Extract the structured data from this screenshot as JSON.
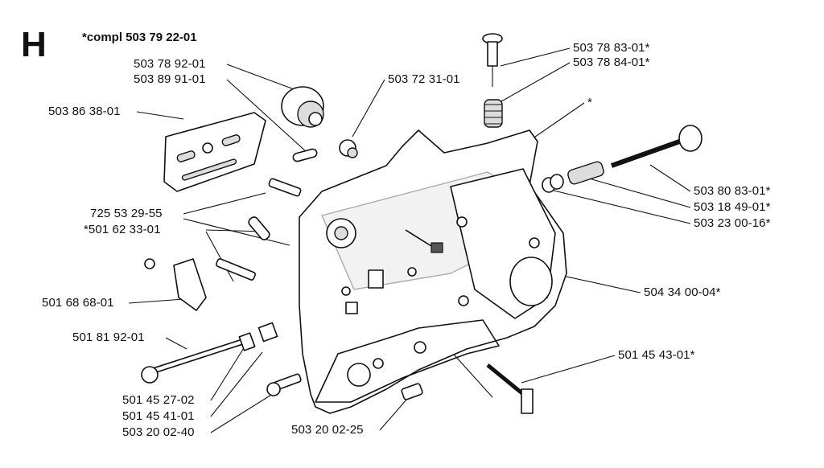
{
  "section_letter": "H",
  "assembly_note": "*compl 503 79 22-01",
  "callouts": [
    "503 78 92-01",
    "503 89 91-01",
    "503 86 38-01",
    "503 72 31-01",
    "503 78 83-01*",
    "503 78 84-01*",
    "*",
    "725 53 29-55",
    "*501 62 33-01",
    "501 68 68-01",
    "501 81 92-01",
    "501 45 27-02",
    "501 45 41-01",
    "503 20 02-40",
    "503 20 02-25",
    "503 80 83-01*",
    "503 18 49-01*",
    "503 23 00-16*",
    "504 34 00-04*",
    "501 45 43-01*"
  ]
}
